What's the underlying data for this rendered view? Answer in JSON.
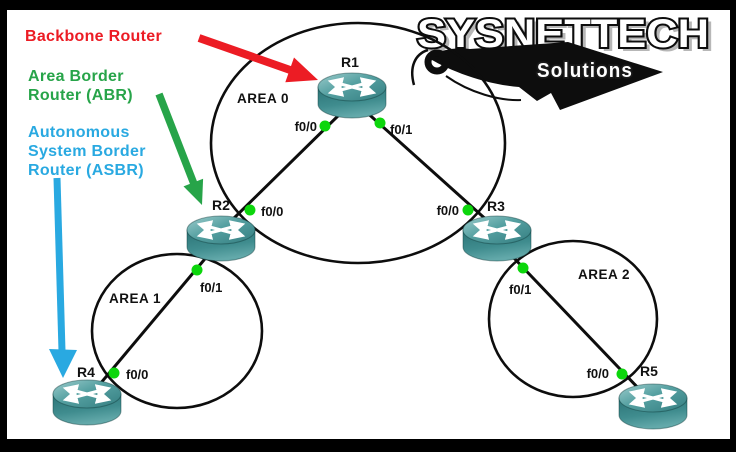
{
  "logo": {
    "brand": "SYSNETTECH",
    "subtitle": "Solutions"
  },
  "annotations": {
    "backbone_router": {
      "label": "Backbone Router",
      "color": "#ec1c24"
    },
    "area_border_router": {
      "lines": [
        "Area Border",
        "Router (ABR)"
      ],
      "color": "#27a449"
    },
    "asbr": {
      "lines": [
        "Autonomous",
        "System Border",
        "Router (ASBR)"
      ],
      "color": "#29a9e1"
    }
  },
  "areas": {
    "area0": {
      "label": "AREA 0"
    },
    "area1": {
      "label": "AREA 1"
    },
    "area2": {
      "label": "AREA 2"
    }
  },
  "routers": {
    "r1": {
      "name": "R1"
    },
    "r2": {
      "name": "R2"
    },
    "r3": {
      "name": "R3"
    },
    "r4": {
      "name": "R4"
    },
    "r5": {
      "name": "R5"
    }
  },
  "interfaces": {
    "r1_f00": "f0/0",
    "r1_f01": "f0/1",
    "r2_f00": "f0/0",
    "r2_f01": "f0/1",
    "r3_f00": "f0/0",
    "r3_f01": "f0/1",
    "r4_f00": "f0/0",
    "r5_f00": "f0/0"
  },
  "colors": {
    "arrow_red": "#ec1c24",
    "arrow_green": "#27a449",
    "arrow_blue": "#29a9e1",
    "interface_dot": "#0cd60c",
    "link_line": "#0d0d0d",
    "router_teal": "#3f8c8e",
    "background": "#ffffff",
    "frame": "#000000"
  }
}
